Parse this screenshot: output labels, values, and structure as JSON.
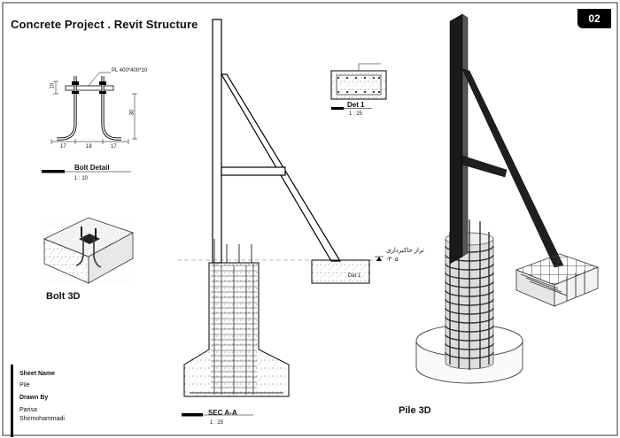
{
  "title": "Concrete Project . Revit Structure",
  "sheet_number": "02",
  "bolt_detail": {
    "plate_note": "PL 400*400*10",
    "dim_top": "10",
    "dim_height": "30",
    "dim_left": "17",
    "dim_mid": "18",
    "dim_right": "17",
    "label": "Bolt Detail",
    "scale": "1 : 10"
  },
  "bolt_3d_label": "Bolt 3D",
  "det1": {
    "label": "Det 1",
    "scale": "1 : 25"
  },
  "level_note": {
    "text": "تراز خاکبرداری",
    "value": "-۳۰۵"
  },
  "section": {
    "label": "SEC A-A",
    "scale": "1 : 25",
    "footing_tag": "Det 1"
  },
  "pile_3d_label": "Pile 3D",
  "info_block": {
    "sheet_name_label": "Sheet Name",
    "sheet_name_value": "Pile",
    "drawn_by_label": "Drawn By",
    "drawn_by_line1": "Parisa",
    "drawn_by_line2": "Shirmohammadi"
  }
}
